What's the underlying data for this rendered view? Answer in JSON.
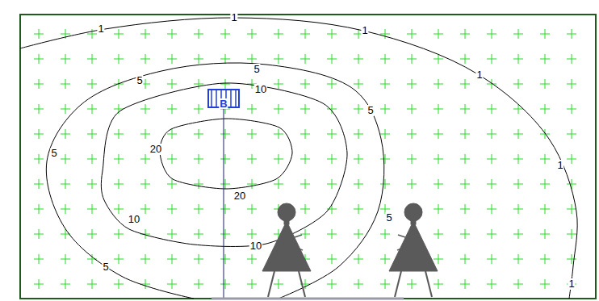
{
  "diagram": {
    "nodes": [
      {
        "text": [
          "B"
        ]
      }
    ],
    "labels": [
      "1",
      "1",
      "1",
      "1",
      "1",
      "1",
      "5",
      "5",
      "5",
      "5",
      "5",
      "5",
      "10",
      "10",
      "10",
      "20",
      "20"
    ]
  }
}
